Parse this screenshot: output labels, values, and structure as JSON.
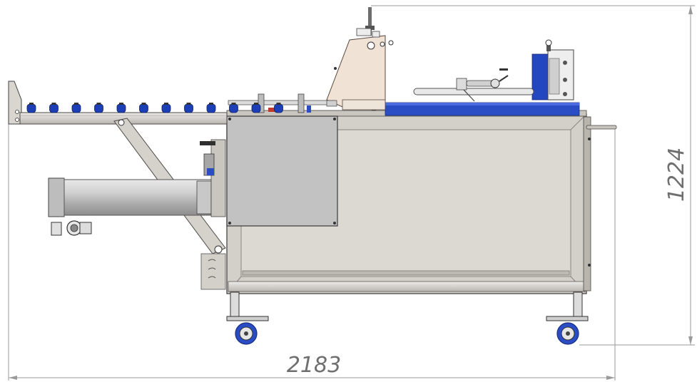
{
  "dimensions": {
    "width_label": "2183",
    "height_label": "1224"
  },
  "colors": {
    "frame": "#d6d2cc",
    "panel": "#c2c2c2",
    "bracket": "#f1e2d6",
    "table_blue": "#2a4cc4",
    "roller_blue": "#1c3fb8",
    "cylinder": "#cfcfcf"
  },
  "roller_count": 12
}
